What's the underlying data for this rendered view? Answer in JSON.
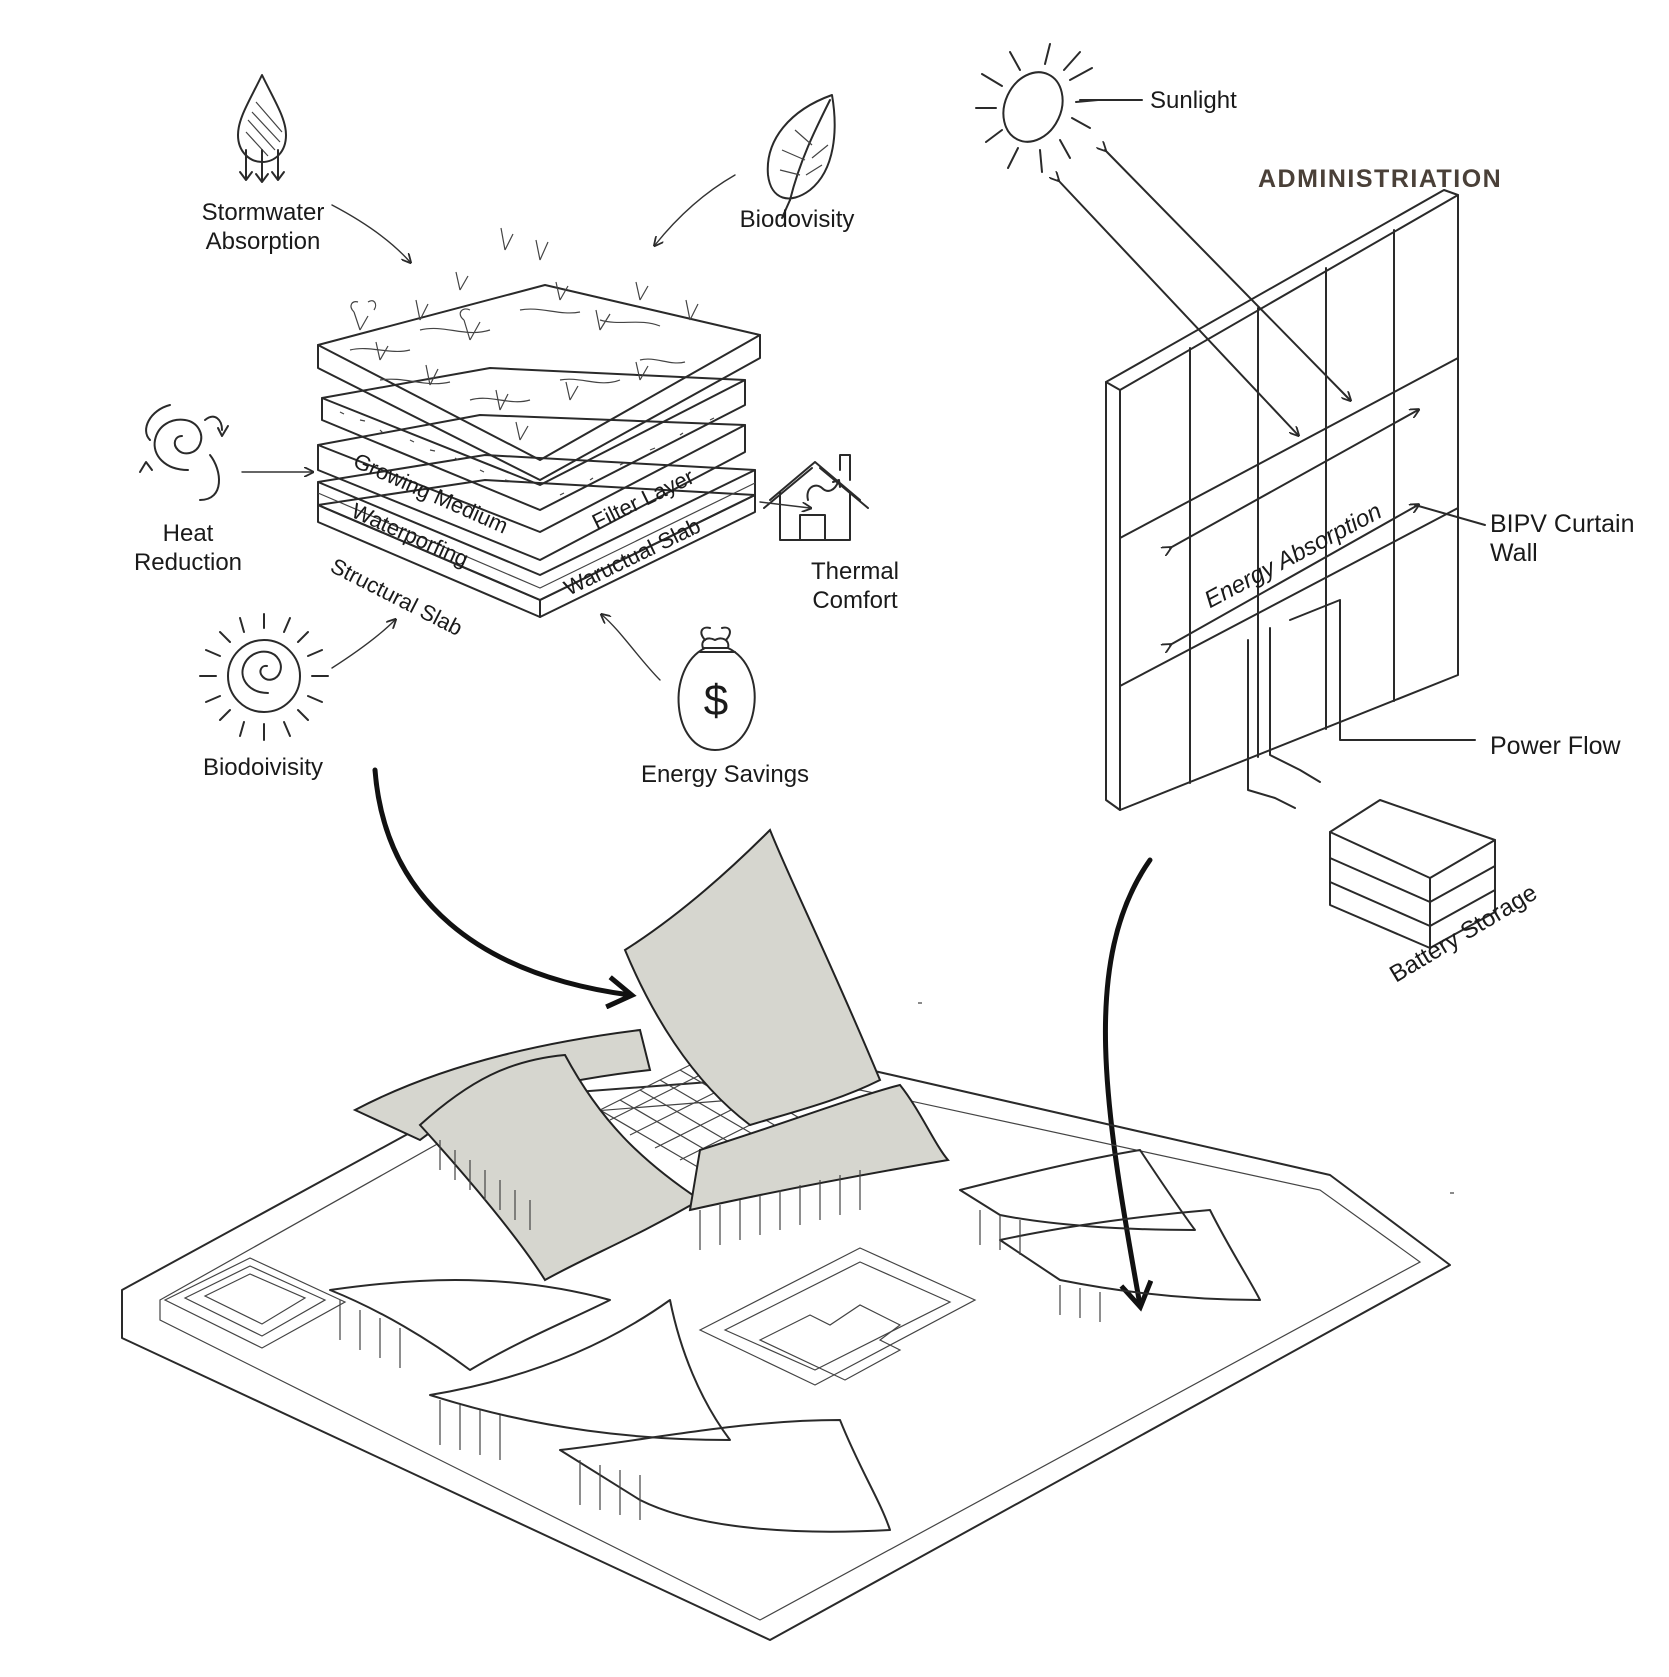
{
  "green_roof": {
    "benefits": {
      "stormwater_line1": "Stormwater",
      "stormwater_line2": "Absorption",
      "biodiversity_top": "Biodovisity",
      "heat_line1": "Heat",
      "heat_line2": "Reduction",
      "thermal_line1": "Thermal",
      "thermal_line2": "Comfort",
      "biodiversity_bottom": "Biodoivisity",
      "energy_savings": "Energy Savings"
    },
    "layers": {
      "growing_medium": "Growing Medium",
      "filter_layer": "Filter Layer",
      "waterproofing": "Waterporfing",
      "waructual_slab": "Waructual Slab",
      "structural_slab": "Structural Slab"
    },
    "icons": [
      "water-drop-icon",
      "leaf-icon",
      "spiral-heat-icon",
      "house-icon",
      "sun-spiral-icon",
      "money-bag-icon"
    ]
  },
  "bipv": {
    "title": "ADMINISTRIATION",
    "sunlight": "Sunlight",
    "energy_absorption": "Energy Absorption",
    "curtain_wall_line1": "BIPV Curtain",
    "curtain_wall_line2": "Wall",
    "power_flow": "Power Flow",
    "battery_storage": "Battery Storage"
  },
  "money_symbol": "$",
  "colors": {
    "ink": "#1a1a1a",
    "roof_fill": "#d6d6cf",
    "title": "#4a4038"
  }
}
